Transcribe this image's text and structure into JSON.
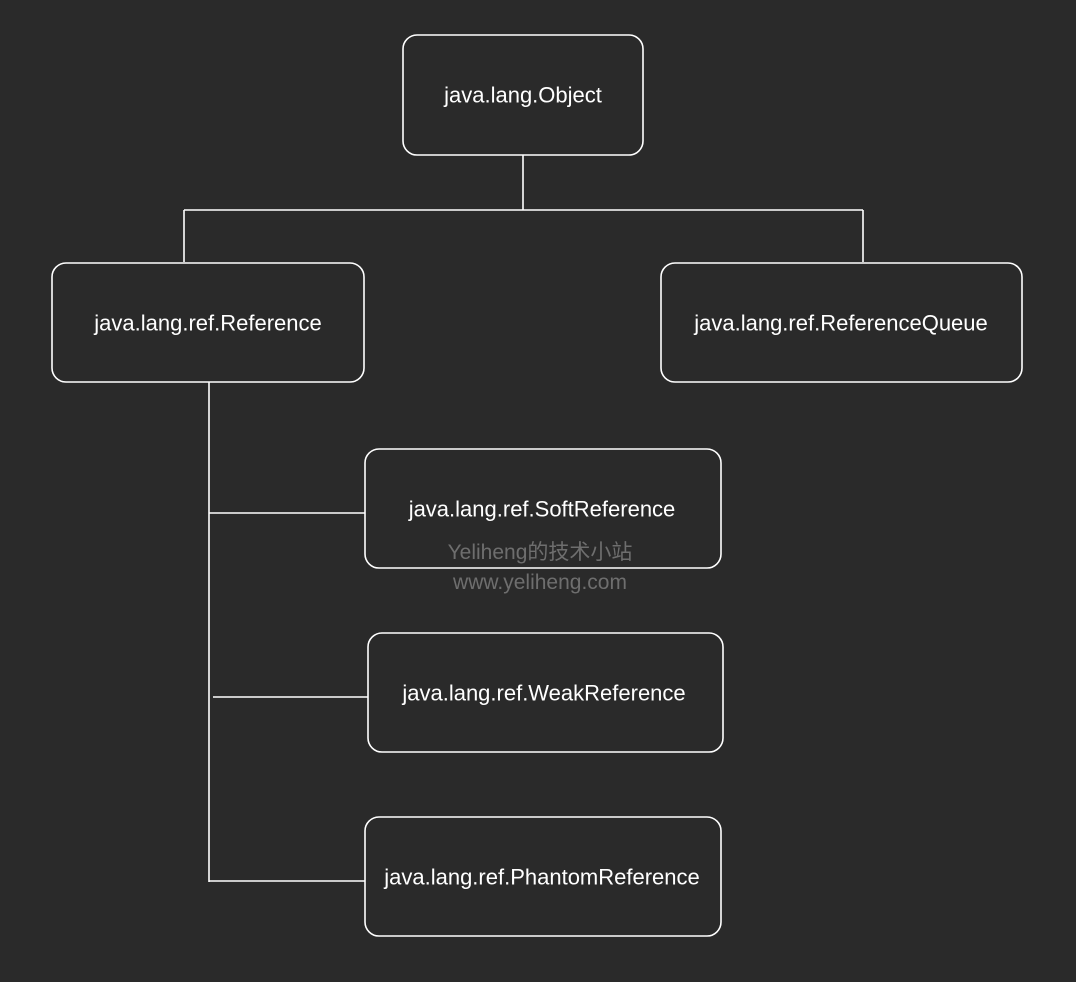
{
  "diagram": {
    "nodes": {
      "object": "java.lang.Object",
      "reference": "java.lang.ref.Reference",
      "reference_queue": "java.lang.ref.ReferenceQueue",
      "soft_reference": "java.lang.ref.SoftReference",
      "weak_reference": "java.lang.ref.WeakReference",
      "phantom_reference": "java.lang.ref.PhantomReference"
    }
  },
  "watermark": {
    "line1": "Yeliheng的技术小站",
    "line2": "www.yeliheng.com"
  },
  "colors": {
    "background": "#2a2a2a",
    "stroke": "#ffffff",
    "watermark": "#6e6e6e"
  }
}
